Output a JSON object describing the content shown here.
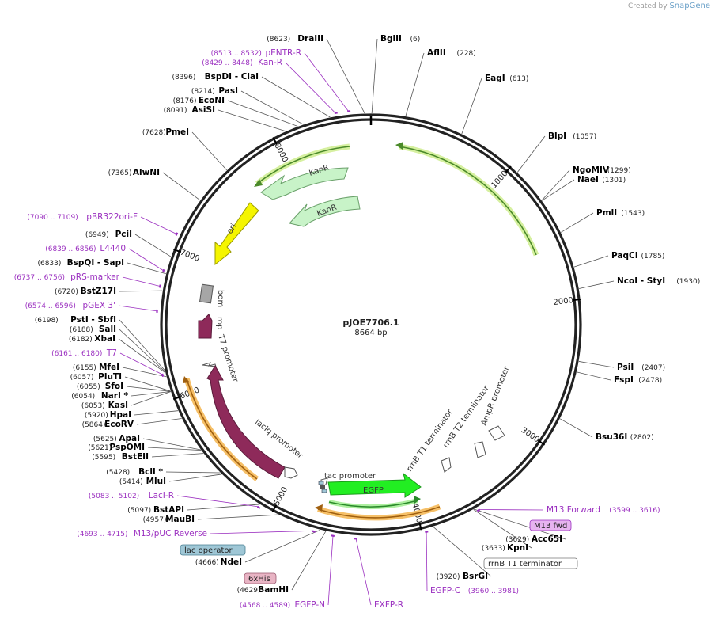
{
  "credit": {
    "prefix": "Created by",
    "brand": "SnapGene"
  },
  "plasmid": {
    "name": "pJOE7706.1",
    "length": "8664 bp",
    "total_bp": 8664
  },
  "colors": {
    "enzyme_text": "#000000",
    "primer_text": "#9b30c0",
    "leader": "#555555",
    "primer_mark": "#9b30c0"
  },
  "ticks": [
    {
      "bp": 1000,
      "label": "1000"
    },
    {
      "bp": 2000,
      "label": "2000"
    },
    {
      "bp": 3000,
      "label": "3000"
    },
    {
      "bp": 4000,
      "label": "4000"
    },
    {
      "bp": 5000,
      "label": "5000"
    },
    {
      "bp": 6000,
      "label": "6000"
    },
    {
      "bp": 7000,
      "label": "7000"
    },
    {
      "bp": 8000,
      "label": "8000"
    }
  ],
  "enzymes": [
    {
      "name": "DraIII",
      "pos": "(8623)",
      "bp": 8623
    },
    {
      "name": "BglII",
      "pos": "(6)",
      "bp": 6
    },
    {
      "name": "AflII",
      "pos": "(228)",
      "bp": 228
    },
    {
      "name": "EagI",
      "pos": "(613)",
      "bp": 613
    },
    {
      "name": "BlpI",
      "pos": "(1057)",
      "bp": 1057
    },
    {
      "name": "NgoMIV",
      "pos": "(1299)",
      "bp": 1299
    },
    {
      "name": "NaeI",
      "pos": "(1301)",
      "bp": 1301
    },
    {
      "name": "PmlI",
      "pos": "(1543)",
      "bp": 1543
    },
    {
      "name": "PaqCI",
      "pos": "(1785)",
      "bp": 1785
    },
    {
      "name": "NcoI - StyI",
      "pos": "(1930)",
      "bp": 1930
    },
    {
      "name": "PsiI",
      "pos": "(2407)",
      "bp": 2407
    },
    {
      "name": "FspI",
      "pos": "(2478)",
      "bp": 2478
    },
    {
      "name": "Bsu36I",
      "pos": "(2802)",
      "bp": 2802
    },
    {
      "name": "Acc65I",
      "pos": "(3629)",
      "bp": 3629
    },
    {
      "name": "KpnI",
      "pos": "(3633)",
      "bp": 3633
    },
    {
      "name": "BsrGI",
      "pos": "(3920)",
      "bp": 3920
    },
    {
      "name": "NdeI",
      "pos": "(4666)",
      "bp": 4666
    },
    {
      "name": "BamHI",
      "pos": "(4629)",
      "bp": 4629
    },
    {
      "name": "MauBI",
      "pos": "(4957)",
      "bp": 4957
    },
    {
      "name": "BstAPI",
      "pos": "(5097)",
      "bp": 5097
    },
    {
      "name": "MluI",
      "pos": "(5414)",
      "bp": 5414
    },
    {
      "name": "BclI *",
      "pos": "(5428)",
      "bp": 5428
    },
    {
      "name": "BstEII",
      "pos": "(5595)",
      "bp": 5595
    },
    {
      "name": "PspOMI",
      "pos": "(5621)",
      "bp": 5621
    },
    {
      "name": "ApaI",
      "pos": "(5625)",
      "bp": 5625
    },
    {
      "name": "EcoRV",
      "pos": "(5864)",
      "bp": 5864
    },
    {
      "name": "HpaI",
      "pos": "(5920)",
      "bp": 5920
    },
    {
      "name": "KasI",
      "pos": "(6053)",
      "bp": 6053
    },
    {
      "name": "NarI *",
      "pos": "(6054)",
      "bp": 6054
    },
    {
      "name": "SfoI",
      "pos": "(6055)",
      "bp": 6055
    },
    {
      "name": "PluTI",
      "pos": "(6057)",
      "bp": 6057
    },
    {
      "name": "MfeI",
      "pos": "(6155)",
      "bp": 6155
    },
    {
      "name": "XbaI",
      "pos": "(6182)",
      "bp": 6182
    },
    {
      "name": "SalI",
      "pos": "(6188)",
      "bp": 6188
    },
    {
      "name": "PstI - SbfI",
      "pos": "(6198)",
      "bp": 6198
    },
    {
      "name": "BstZ17I",
      "pos": "(6720)",
      "bp": 6720
    },
    {
      "name": "BspQI - SapI",
      "pos": "(6833)",
      "bp": 6833
    },
    {
      "name": "PciI",
      "pos": "(6949)",
      "bp": 6949
    },
    {
      "name": "AlwNI",
      "pos": "(7365)",
      "bp": 7365
    },
    {
      "name": "PmeI",
      "pos": "(7628)",
      "bp": 7628
    },
    {
      "name": "AsiSI",
      "pos": "(8091)",
      "bp": 8091
    },
    {
      "name": "EcoNI",
      "pos": "(8176)",
      "bp": 8176
    },
    {
      "name": "PasI",
      "pos": "(8214)",
      "bp": 8214
    },
    {
      "name": "BspDI - ClaI",
      "pos": "(8396)",
      "bp": 8396
    }
  ],
  "primers": [
    {
      "name": "pENTR-R",
      "range": "(8513 .. 8532)",
      "bp": 8522
    },
    {
      "name": "Kan-R",
      "range": "(8429 .. 8448)",
      "bp": 8438
    },
    {
      "name": "pBR322ori-F",
      "range": "(7090 .. 7109)",
      "bp": 7099
    },
    {
      "name": "L4440",
      "range": "(6839 .. 6856)",
      "bp": 6847
    },
    {
      "name": "pRS-marker",
      "range": "(6737 .. 6756)",
      "bp": 6746
    },
    {
      "name": "pGEX 3'",
      "range": "(6574 .. 6596)",
      "bp": 6585
    },
    {
      "name": "T7",
      "range": "(6161 .. 6180)",
      "bp": 6170
    },
    {
      "name": "LacI-R",
      "range": "(5083 .. 5102)",
      "bp": 5092
    },
    {
      "name": "M13/pUC Reverse",
      "range": "(4693 .. 4715)",
      "bp": 4704
    },
    {
      "name": "EGFP-N",
      "range": "(4568 .. 4589)",
      "bp": 4578
    },
    {
      "name": "EXFP-R",
      "range": "",
      "bp": 4430
    },
    {
      "name": "EGFP-C",
      "range": "(3960 .. 3981)",
      "bp": 3970
    },
    {
      "name": "M13 Forward",
      "range": "(3599 .. 3616)",
      "bp": 3607
    }
  ],
  "boxed_labels": [
    {
      "name": "M13 fwd",
      "fill": "#e7b3f0",
      "stroke": "#9b30c0"
    },
    {
      "name": "rrnB T1 terminator",
      "fill": "#ffffff",
      "stroke": "#777777"
    },
    {
      "name": "lac operator",
      "fill": "#9fc7d6",
      "stroke": "#4a7f92"
    },
    {
      "name": "6xHis",
      "fill": "#e8b4c4",
      "stroke": "#9a5a70"
    }
  ],
  "features": [
    {
      "name": "KanR",
      "color": "#c8f3c8"
    },
    {
      "name": "KanR",
      "color": "#c8f3c8"
    },
    {
      "name": "ori",
      "color": "#f5f500"
    },
    {
      "name": "bom",
      "color": "#a6a6a6"
    },
    {
      "name": "rop",
      "color": "#8e2a5a"
    },
    {
      "name": "T7 promoter",
      "color": "#ffffff"
    },
    {
      "name": "lacI",
      "color": "#8e2a5a"
    },
    {
      "name": "lacIq promoter",
      "color": "#ffffff"
    },
    {
      "name": "tac promoter",
      "color": "#ffffff"
    },
    {
      "name": "EGFP",
      "color": "#22ee22"
    },
    {
      "name": "rrnB T1 terminator",
      "color": "#ffffff"
    },
    {
      "name": "rrnB T2 terminator",
      "color": "#ffffff"
    },
    {
      "name": "AmpR promoter",
      "color": "#ffffff"
    }
  ]
}
